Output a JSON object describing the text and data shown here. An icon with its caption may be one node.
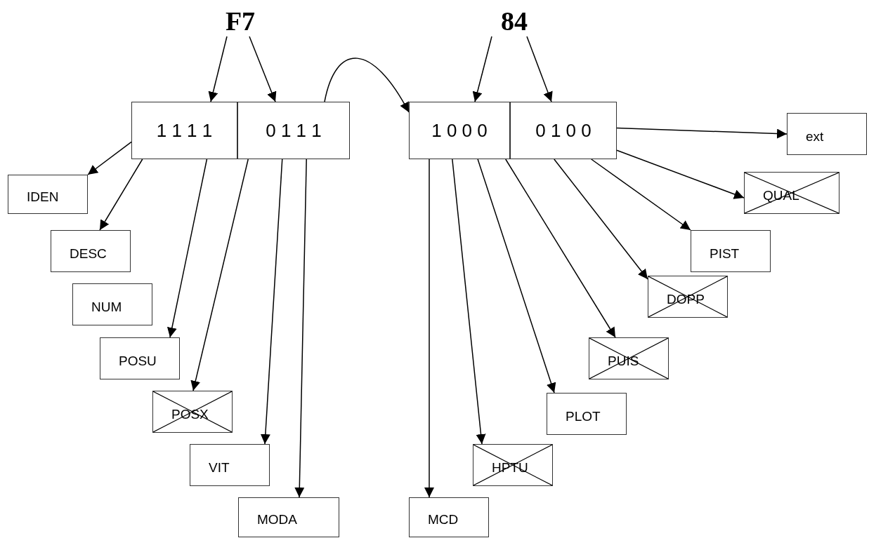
{
  "diagram": {
    "nodes": [
      {
        "text": [
          "F7"
        ]
      },
      {
        "text": [
          "84"
        ]
      },
      {
        "text": [
          "1 1 1 1"
        ]
      },
      {
        "text": [
          "0 1 1 1"
        ]
      },
      {
        "text": [
          "1 0 0 0"
        ]
      },
      {
        "text": [
          "0 1 0 0"
        ]
      },
      {
        "text": [
          "ext"
        ]
      },
      {
        "text": [
          "IDEN"
        ]
      },
      {
        "text": [
          "DESC"
        ]
      },
      {
        "text": [
          "NUM"
        ]
      },
      {
        "text": [
          "POSU"
        ]
      },
      {
        "text": [
          "POSX"
        ]
      },
      {
        "text": [
          "VIT"
        ]
      },
      {
        "text": [
          "MODA"
        ]
      },
      {
        "text": [
          "MCD"
        ]
      },
      {
        "text": [
          "HPTU"
        ]
      },
      {
        "text": [
          "PLOT"
        ]
      },
      {
        "text": [
          "PUIS"
        ]
      },
      {
        "text": [
          "DOPP"
        ]
      },
      {
        "text": [
          "PIST"
        ]
      },
      {
        "text": [
          "QUAL"
        ]
      }
    ],
    "edges": [
      {
        "from": 0,
        "to": 2,
        "arrow": "to"
      },
      {
        "from": 0,
        "to": 3,
        "arrow": "to"
      },
      {
        "from": 1,
        "to": 4,
        "arrow": "to"
      },
      {
        "from": 1,
        "to": 5,
        "arrow": "to"
      },
      {
        "from": 3,
        "to": 4,
        "arrow": "to"
      },
      {
        "from": 2,
        "to": 7,
        "arrow": "to"
      },
      {
        "from": 2,
        "to": 8,
        "arrow": "to"
      },
      {
        "from": 2,
        "to": 10,
        "arrow": "to"
      },
      {
        "from": 3,
        "to": 11,
        "arrow": "to"
      },
      {
        "from": 3,
        "to": 12,
        "arrow": "to"
      },
      {
        "from": 3,
        "to": 13,
        "arrow": "to"
      },
      {
        "from": 4,
        "to": 14,
        "arrow": "to"
      },
      {
        "from": 4,
        "to": 15,
        "arrow": "to"
      },
      {
        "from": 4,
        "to": 16,
        "arrow": "to"
      },
      {
        "from": 4,
        "to": 17,
        "arrow": "to"
      },
      {
        "from": 5,
        "to": 18,
        "arrow": "to"
      },
      {
        "from": 5,
        "to": 19,
        "arrow": "to"
      },
      {
        "from": 5,
        "to": 20,
        "arrow": "to"
      },
      {
        "from": 5,
        "to": 6,
        "arrow": "to"
      }
    ]
  }
}
